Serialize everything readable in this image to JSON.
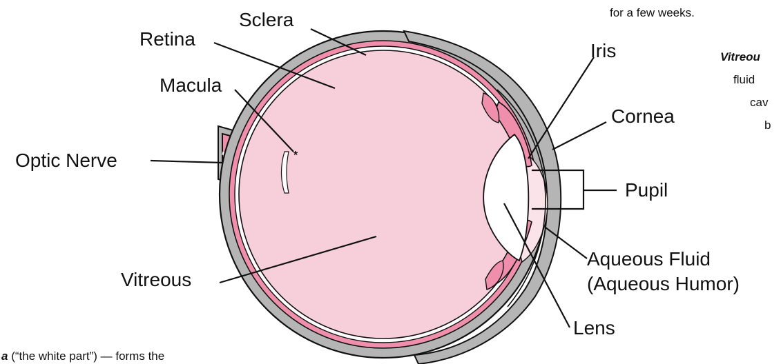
{
  "colors": {
    "sclera": "#b5b5b5",
    "retina": "#ef8fac",
    "vitreous": "#f6cfdb",
    "aqueous": "#fbe3ea",
    "lens": "#ffffff",
    "outline": "#111111"
  },
  "labels": {
    "sclera": "Sclera",
    "retina": "Retina",
    "macula": "Macula",
    "optic_nerve": "Optic Nerve",
    "vitreous": "Vitreous",
    "iris": "Iris",
    "cornea": "Cornea",
    "pupil": "Pupil",
    "aqueous_fluid": "Aqueous Fluid",
    "aqueous_humor": "(Aqueous Humor)",
    "lens": "Lens",
    "macula_marker": "*"
  },
  "side_text": {
    "top_right": "for a few weeks.",
    "vitreous_heading": "Vitreou",
    "line_fluid": "fluid",
    "line_cav": "cav",
    "line_b": "b",
    "bottom_left_bold": "a",
    "bottom_left_rest": " (“the white part”) — forms the"
  }
}
